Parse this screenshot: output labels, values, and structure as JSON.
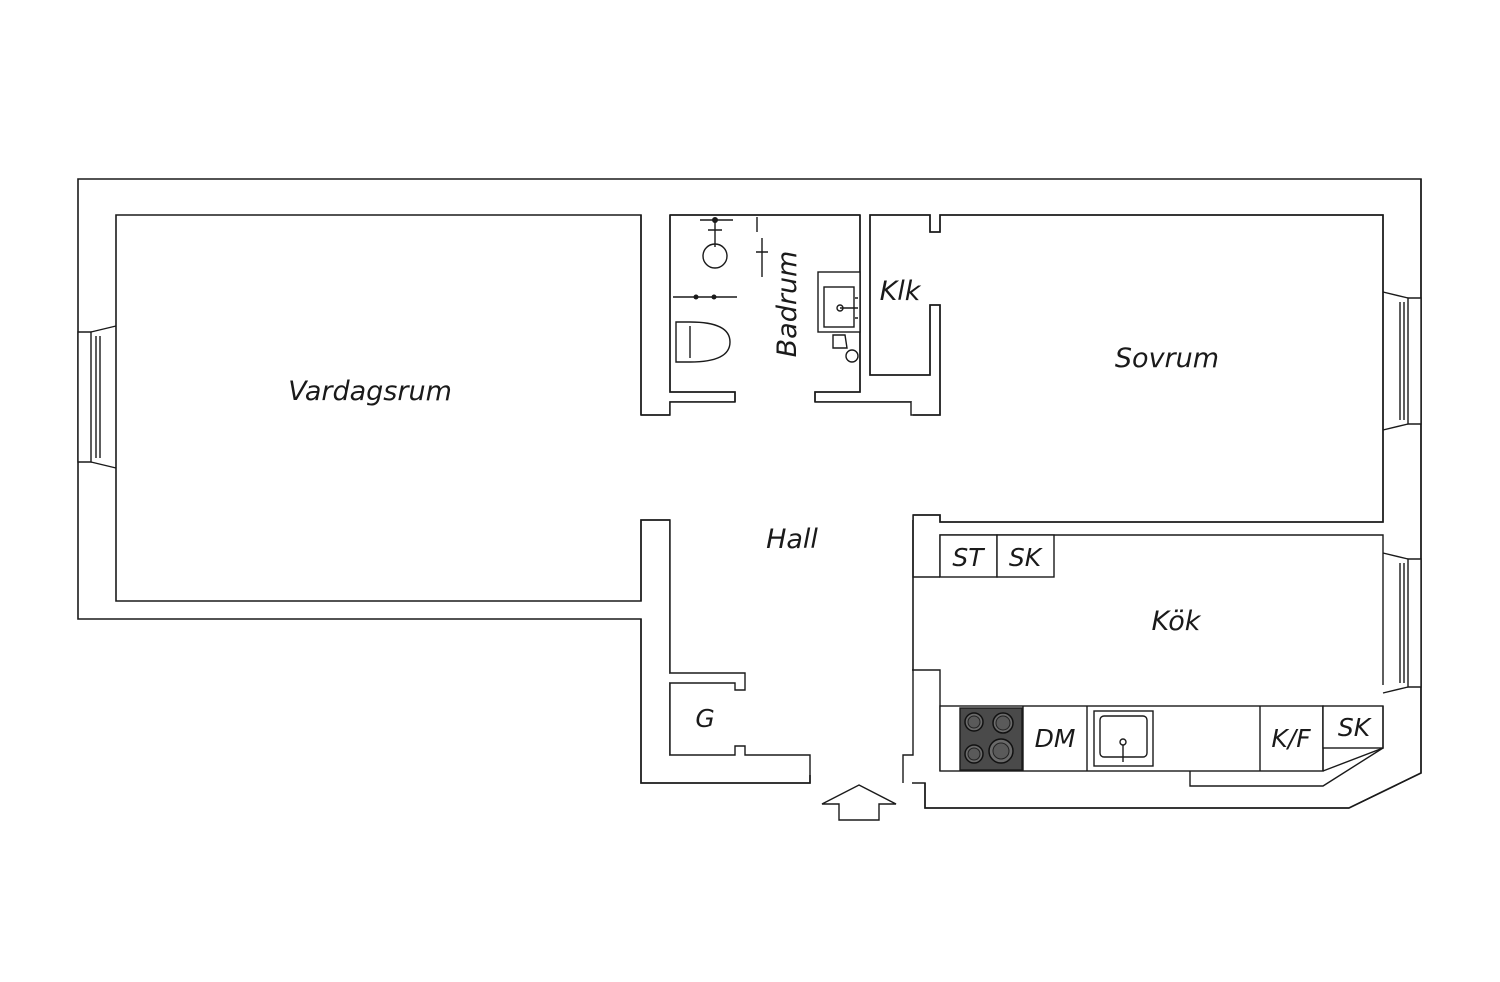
{
  "rooms": {
    "living": "Vardagsrum",
    "bathroom": "Badrum",
    "closet": "Klk",
    "bedroom": "Sovrum",
    "hall": "Hall",
    "kitchen": "Kök",
    "wardrobe": "G"
  },
  "fixtures": {
    "st": "ST",
    "sk_hall": "SK",
    "dm": "DM",
    "kf": "K/F",
    "sk_kitchen": "SK"
  },
  "colors": {
    "line": "#1a1a1a",
    "background": "#ffffff",
    "stove": "#4a4a4a"
  },
  "icons": {
    "entrance": "entrance-arrow-icon",
    "stove": "stove-icon",
    "sink": "sink-icon",
    "shower": "shower-icon",
    "toilet": "toilet-icon"
  }
}
